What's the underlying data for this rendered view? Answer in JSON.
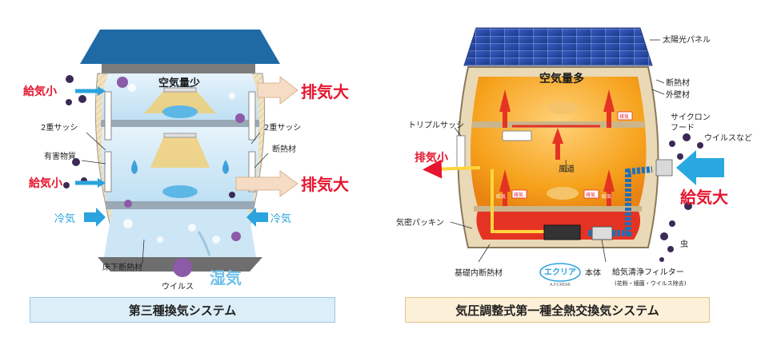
{
  "left": {
    "caption": "第三種換気システム",
    "air_amount": "空気量少",
    "labels": {
      "supply_small_top": "給気小",
      "supply_small_mid": "給気小",
      "exhaust_large_top": "排気大",
      "exhaust_large_mid": "排気大",
      "double_sash_left": "2重サッシ",
      "double_sash_right": "2重サッシ",
      "harmful": "有害物質",
      "insulation": "断熱材",
      "cold_left": "冷気",
      "cold_right": "冷気",
      "underfloor": "床下断熱材",
      "virus": "ウイルス",
      "humidity": "湿気"
    }
  },
  "right": {
    "caption": "気圧調整式第一種全熱交換気システム",
    "air_amount": "空気量多",
    "labels": {
      "solar": "太陽光パネル",
      "insulation": "断熱材",
      "outer_wall": "外壁材",
      "triple_sash": "トリプルサッシ",
      "cyclone_1": "サイクロン",
      "cyclone_2": "フード",
      "virus_etc": "ウイルスなど",
      "exhaust_small": "排気小",
      "supply_large": "給気大",
      "duct": "風道",
      "gasket": "気密パッキン",
      "bug": "虫",
      "foundation": "基礎内断熱材",
      "brand": "エクリア",
      "brand_sub": "A.P.CREAR",
      "unit": "本体",
      "filter": "給気清浄フィルター",
      "filter_sub": "(花粉・細菌・ウイルス除去)",
      "room_exhaust": "排気",
      "room_supply": "給気",
      "room_exhaust_2": "排気",
      "room_supply_2": "給気",
      "room_exhaust_3": "排気"
    }
  },
  "colors": {
    "roof_blue": "#1f6aa5",
    "wall_blue": "#cfe8f7",
    "red_text": "#e5162f",
    "arrow_blue": "#2aa3de",
    "house_orange": "#f7a81e",
    "house_red": "#e53323",
    "virus_purple": "#8c5aa8",
    "virus_dark": "#3c2a55"
  }
}
